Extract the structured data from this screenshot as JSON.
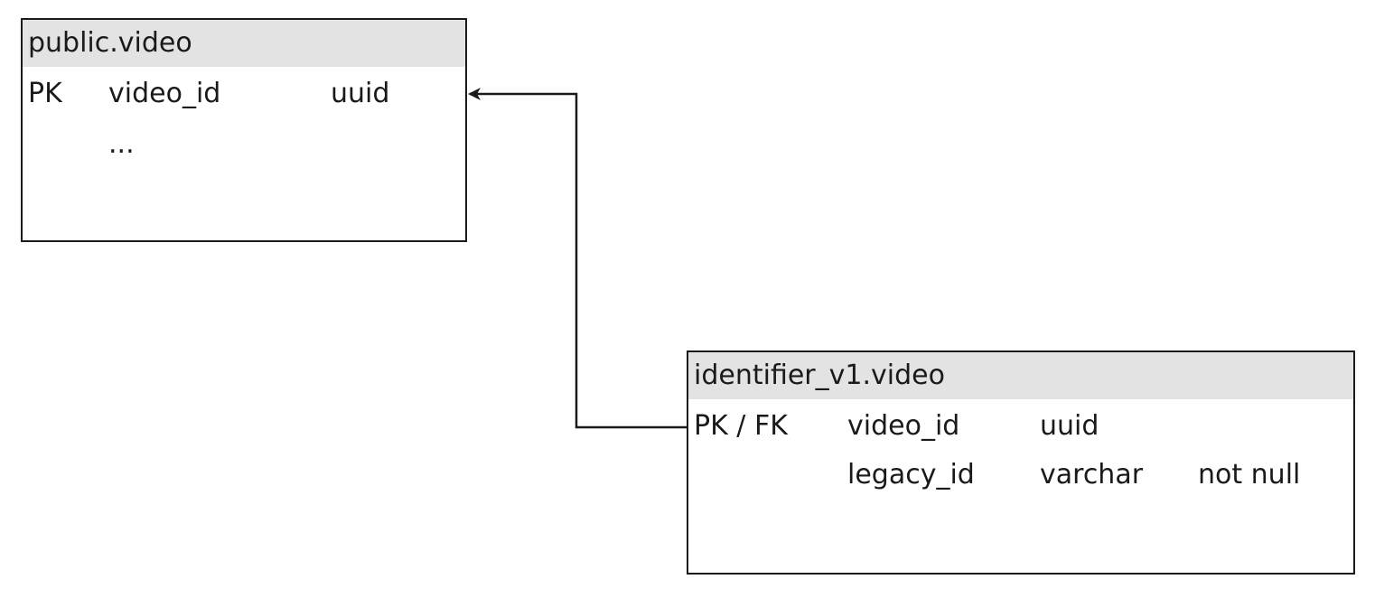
{
  "tables": {
    "public_video": {
      "title": "public.video",
      "rows": [
        {
          "key": "PK",
          "name": "video_id",
          "type": "uuid",
          "constraint": ""
        },
        {
          "key": "",
          "name": "...",
          "type": "",
          "constraint": ""
        }
      ]
    },
    "identifier_video": {
      "title": "identifier_v1.video",
      "rows": [
        {
          "key": "PK / FK",
          "name": "video_id",
          "type": "uuid",
          "constraint": ""
        },
        {
          "key": "",
          "name": "legacy_id",
          "type": "varchar",
          "constraint": "not null"
        }
      ]
    }
  },
  "relationships": [
    {
      "from": "identifier_v1.video.video_id",
      "to": "public.video.video_id",
      "kind": "foreign-key"
    }
  ],
  "colors": {
    "header_bg": "#e3e3e3",
    "border": "#1a1a1a",
    "text": "#1a1a1a"
  }
}
